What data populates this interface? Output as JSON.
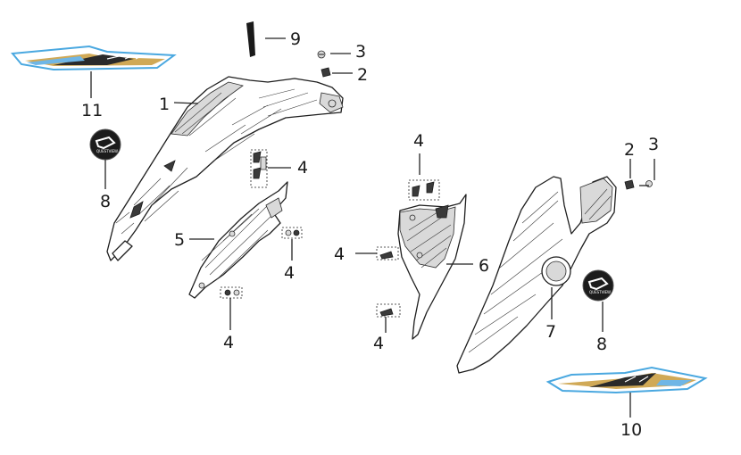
{
  "callouts": {
    "c1": "1",
    "c2a": "2",
    "c2b": "2",
    "c3a": "3",
    "c3b": "3",
    "c4a": "4",
    "c4b": "4",
    "c4c": "4",
    "c4d": "4",
    "c4e": "4",
    "c4f": "4",
    "c5": "5",
    "c6": "6",
    "c7": "7",
    "c8a": "8",
    "c8b": "8",
    "c9": "9",
    "c10": "10",
    "c11": "11"
  },
  "badge_text": "QUESTVIEW",
  "colors": {
    "decal_blue": "#4aa8e0",
    "decal_gold": "#c89a3a",
    "badge_black": "#1c1c1c",
    "line": "#1e1e1e"
  }
}
